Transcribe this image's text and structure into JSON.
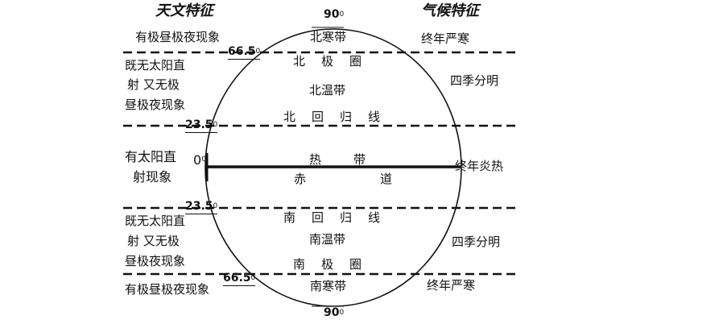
{
  "headers": {
    "left": "天文特征",
    "right": "气候特征"
  },
  "degrees": {
    "north_pole": "90",
    "south_pole": "90",
    "arctic": "66.5",
    "antarctic": "66.5",
    "tropic_n": "23.5",
    "tropic_s": "23.5",
    "equator": "0",
    "sup": "0"
  },
  "zones": {
    "north_frigid": "北寒带",
    "arctic_circle": "北极圈",
    "north_temperate": "北温带",
    "tropic_cancer": "北回归线",
    "torrid": "热带",
    "equator": "赤道",
    "tropic_capricorn": "南回归线",
    "south_temperate": "南温带",
    "antarctic_circle": "南极圈",
    "south_frigid": "南寒带"
  },
  "astro": {
    "frigid_n": "有极昼极夜现象",
    "temperate_n": [
      "既无太阳直",
      "射  又无极",
      "昼极夜现象"
    ],
    "torrid": [
      "有太阳直",
      "射现象"
    ],
    "temperate_s": [
      "既无太阳直",
      "射  又无极",
      "昼极夜现象"
    ],
    "frigid_s": "有极昼极夜现象"
  },
  "climate": {
    "frigid_n": "终年严寒",
    "temperate_n": "四季分明",
    "torrid": "终年炎热",
    "temperate_s": "四季分明",
    "frigid_s": "终年严寒"
  }
}
